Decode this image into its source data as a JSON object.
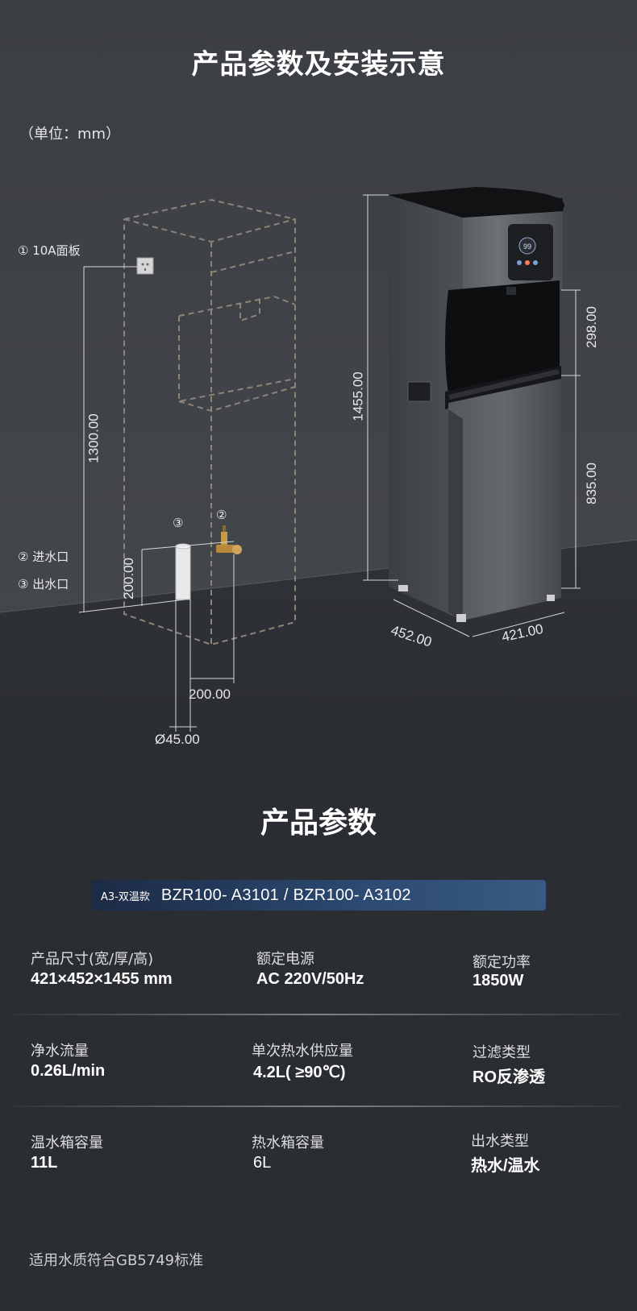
{
  "diagram": {
    "title": "产品参数及安装示意",
    "unit": "（单位：mm）",
    "callouts": {
      "panel": "① 10A面板",
      "inlet": "② 进水口",
      "outlet": "③ 出水口",
      "marker_outlet": "③",
      "marker_inlet": "②"
    },
    "dimensions": {
      "panel_height": "1300.00",
      "pipe_height": "200.00",
      "pipe_spacing": "200.00",
      "pipe_diameter": "Ø45.00",
      "total_height": "1455.00",
      "upper_section": "298.00",
      "lower_section": "835.00",
      "depth": "452.00",
      "width": "421.00"
    }
  },
  "params": {
    "title": "产品参数",
    "model_tag": "A3-双温款",
    "model_name": "BZR100- A3101 / BZR100- A3102",
    "specs": [
      {
        "label": "产品尺寸(宽/厚/高)",
        "value": "421×452×1455 mm"
      },
      {
        "label": "额定电源",
        "value": "AC 220V/50Hz"
      },
      {
        "label": "额定功率",
        "value": "1850W"
      },
      {
        "label": "净水流量",
        "value": "0.26L/min"
      },
      {
        "label": "单次热水供应量",
        "value": "4.2L( ≥90℃)"
      },
      {
        "label": "过滤类型",
        "value": "RO反渗透"
      },
      {
        "label": "温水箱容量",
        "value": "11L"
      },
      {
        "label": "热水箱容量",
        "value": "6L"
      },
      {
        "label": "出水类型",
        "value": "热水/温水"
      }
    ],
    "footnote": "适用水质符合GB5749标准"
  },
  "colors": {
    "background": "#2a2d31",
    "wall": "#3a3d42",
    "floor": "#2b2e33",
    "accent_bar": "#2c4a72"
  }
}
